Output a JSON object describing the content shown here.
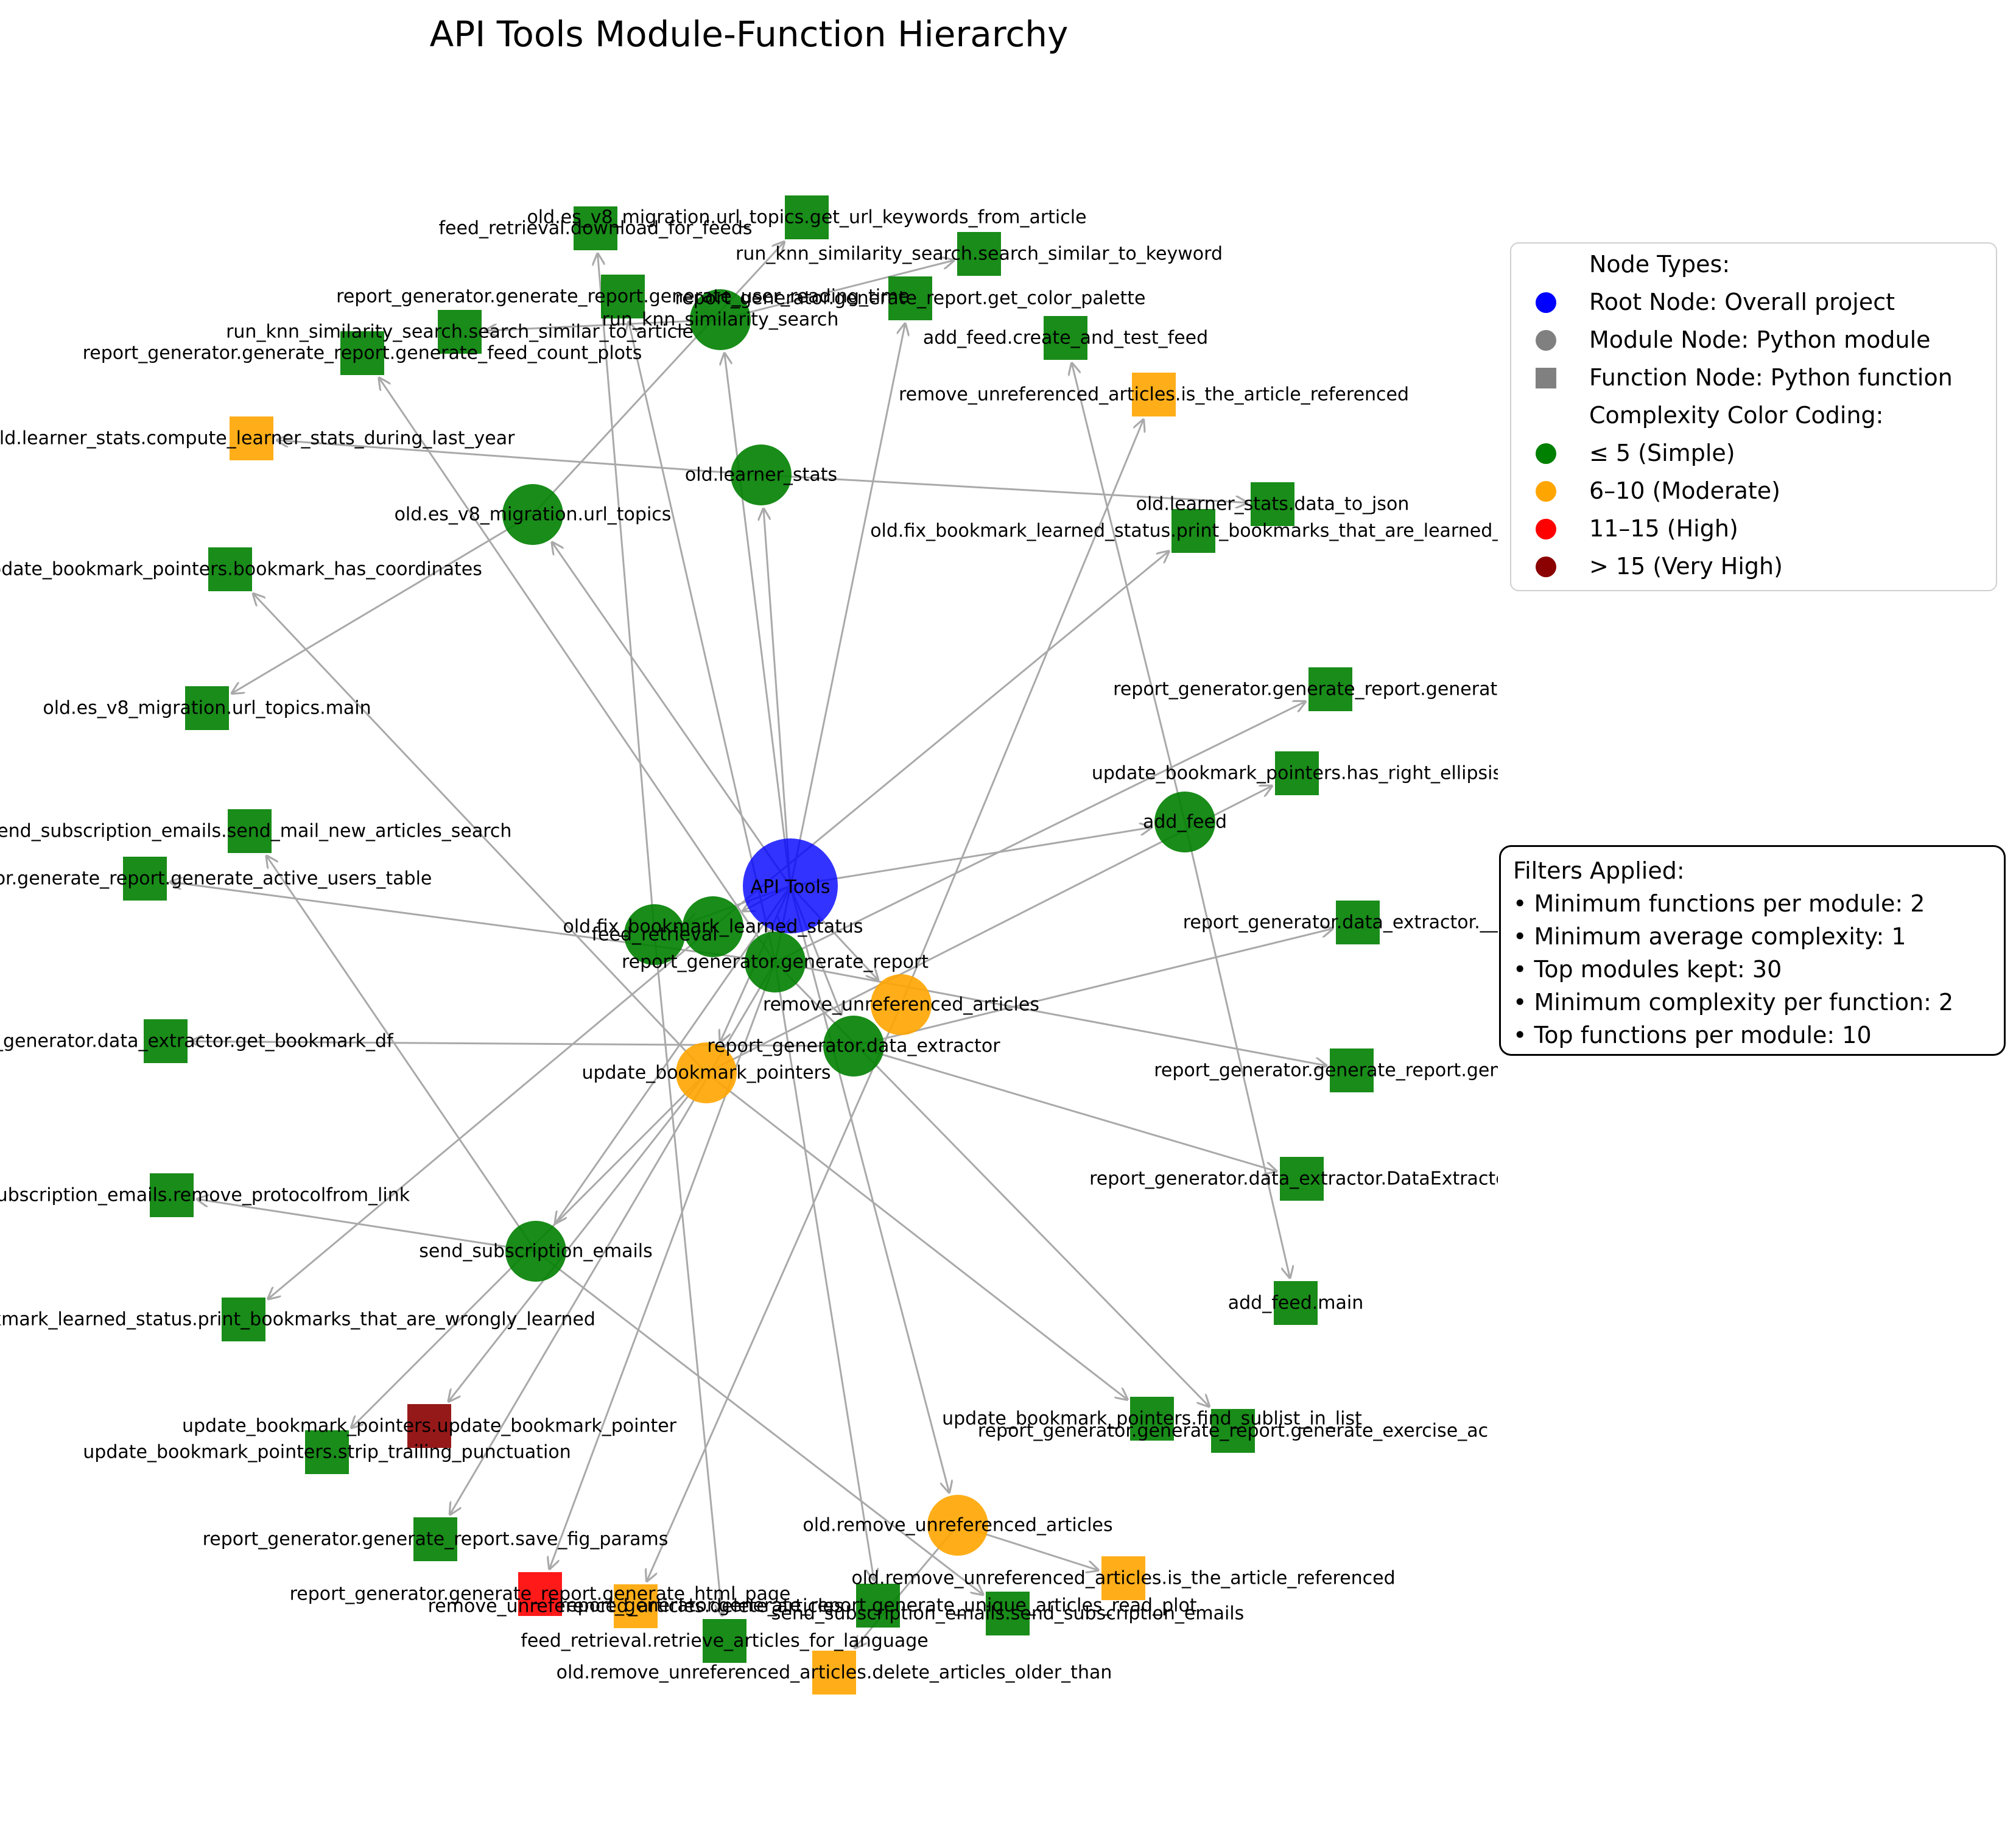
{
  "title": "API Tools Module-Function Hierarchy",
  "legend": {
    "types_header": "Node Types:",
    "root_label": "Root Node: Overall project",
    "module_label": "Module Node: Python module",
    "function_label": "Function Node: Python function",
    "complexity_header": "Complexity Color Coding:",
    "simple_label": "≤ 5 (Simple)",
    "moderate_label": "6–10 (Moderate)",
    "high_label": "11–15 (High)",
    "very_high_label": "> 15 (Very High)",
    "colors": {
      "root": "#0000ff",
      "legend_gray": "#808080",
      "simple": "#008000",
      "moderate": "#ffa500",
      "high": "#ff0000",
      "very_high": "#8b0000"
    }
  },
  "filters": {
    "header": "Filters Applied:",
    "lines": [
      "• Minimum functions per module: 2",
      "• Minimum average complexity: 1",
      "• Top modules kept: 30",
      "• Minimum complexity per function: 2",
      "• Top functions per module: 10"
    ]
  },
  "graph": {
    "nodes": [
      {
        "id": "root",
        "label": "API Tools",
        "kind": "root",
        "complexity": "root"
      },
      {
        "id": "m_learner",
        "label": "old.learner_stats",
        "kind": "module",
        "complexity": "simple"
      },
      {
        "id": "m_urltopics",
        "label": "old.es_v8_migration.url_topics",
        "kind": "module",
        "complexity": "simple"
      },
      {
        "id": "m_knn",
        "label": "run_knn_similarity_search",
        "kind": "module",
        "complexity": "simple"
      },
      {
        "id": "m_addfeed",
        "label": "add_feed",
        "kind": "module",
        "complexity": "simple"
      },
      {
        "id": "m_fixbm",
        "label": "old.fix_bookmark_learned_status",
        "kind": "module",
        "complexity": "simple"
      },
      {
        "id": "m_feedret",
        "label": "feed_retrieval",
        "kind": "module",
        "complexity": "simple"
      },
      {
        "id": "m_rggen",
        "label": "report_generator.generate_report",
        "kind": "module",
        "complexity": "simple"
      },
      {
        "id": "m_remove",
        "label": "remove_unreferenced_articles",
        "kind": "module",
        "complexity": "moderate"
      },
      {
        "id": "m_rgdata",
        "label": "report_generator.data_extractor",
        "kind": "module",
        "complexity": "simple"
      },
      {
        "id": "m_ubp",
        "label": "update_bookmark_pointers",
        "kind": "module",
        "complexity": "moderate"
      },
      {
        "id": "m_sendsub",
        "label": "send_subscription_emails",
        "kind": "module",
        "complexity": "simple"
      },
      {
        "id": "m_oldremove",
        "label": "old.remove_unreferenced_articles",
        "kind": "module",
        "complexity": "moderate"
      },
      {
        "id": "f_get_url_kw",
        "label": "old.es_v8_migration.url_topics.get_url_keywords_from_article",
        "kind": "function",
        "complexity": "simple"
      },
      {
        "id": "f_dl_feeds",
        "label": "feed_retrieval.download_for_feeds",
        "kind": "function",
        "complexity": "simple"
      },
      {
        "id": "f_sim_kw",
        "label": "run_knn_similarity_search.search_similar_to_keyword",
        "kind": "function",
        "complexity": "simple"
      },
      {
        "id": "f_reading_time",
        "label": "report_generator.generate_report.generate_user_reading_time",
        "kind": "function",
        "complexity": "simple"
      },
      {
        "id": "f_palette",
        "label": "report_generator.generate_report.get_color_palette",
        "kind": "function",
        "complexity": "simple"
      },
      {
        "id": "f_sim_art",
        "label": "run_knn_similarity_search.search_similar_to_article",
        "kind": "function",
        "complexity": "simple"
      },
      {
        "id": "f_create_feed",
        "label": "add_feed.create_and_test_feed",
        "kind": "function",
        "complexity": "simple"
      },
      {
        "id": "f_feed_count",
        "label": "report_generator.generate_report.generate_feed_count_plots",
        "kind": "function",
        "complexity": "simple"
      },
      {
        "id": "f_is_ref",
        "label": "remove_unreferenced_articles.is_the_article_referenced",
        "kind": "function",
        "complexity": "moderate"
      },
      {
        "id": "f_learner_year",
        "label": "old.learner_stats.compute_learner_stats_during_last_year",
        "kind": "function",
        "complexity": "moderate"
      },
      {
        "id": "f_data_json",
        "label": "old.learner_stats.data_to_json",
        "kind": "function",
        "complexity": "simple"
      },
      {
        "id": "f_print_learned",
        "label": "old.fix_bookmark_learned_status.print_bookmarks_that_are_learned_w",
        "kind": "function",
        "complexity": "simple"
      },
      {
        "id": "f_has_coords",
        "label": "update_bookmark_pointers.bookmark_has_coordinates",
        "kind": "function",
        "complexity": "simple"
      },
      {
        "id": "f_top",
        "label": "report_generator.generate_report.generate_top",
        "kind": "function",
        "complexity": "simple"
      },
      {
        "id": "f_urltopics_main",
        "label": "old.es_v8_migration.url_topics.main",
        "kind": "function",
        "complexity": "simple"
      },
      {
        "id": "f_ellipsis",
        "label": "update_bookmark_pointers.has_right_ellipsis",
        "kind": "function",
        "complexity": "simple"
      },
      {
        "id": "f_mail_search",
        "label": "send_subscription_emails.send_mail_new_articles_search",
        "kind": "function",
        "complexity": "simple"
      },
      {
        "id": "f_active_users",
        "label": "report_generator.generate_report.generate_active_users_table",
        "kind": "function",
        "complexity": "simple"
      },
      {
        "id": "f_add",
        "label": "report_generator.data_extractor.__add",
        "kind": "function",
        "complexity": "simple"
      },
      {
        "id": "f_get_bm_df",
        "label": "report_generator.data_extractor.get_bookmark_df",
        "kind": "function",
        "complexity": "simple"
      },
      {
        "id": "f_gener",
        "label": "report_generator.generate_report.generate",
        "kind": "function",
        "complexity": "simple"
      },
      {
        "id": "f_remove_proto",
        "label": "send_subscription_emails.remove_protocolfrom_link",
        "kind": "function",
        "complexity": "simple"
      },
      {
        "id": "f_dataextr",
        "label": "report_generator.data_extractor.DataExtractor",
        "kind": "function",
        "complexity": "simple"
      },
      {
        "id": "f_print_wrong",
        "label": "old.fix_bookmark_learned_status.print_bookmarks_that_are_wrongly_learned",
        "kind": "function",
        "complexity": "simple"
      },
      {
        "id": "f_addfeed_main",
        "label": "add_feed.main",
        "kind": "function",
        "complexity": "simple"
      },
      {
        "id": "f_update_ptr",
        "label": "update_bookmark_pointers.update_bookmark_pointer",
        "kind": "function",
        "complexity": "very_high"
      },
      {
        "id": "f_find_sub",
        "label": "update_bookmark_pointers.find_sublist_in_list",
        "kind": "function",
        "complexity": "simple"
      },
      {
        "id": "f_strip",
        "label": "update_bookmark_pointers.strip_trailing_punctuation",
        "kind": "function",
        "complexity": "simple"
      },
      {
        "id": "f_exercise",
        "label": "report_generator.generate_report.generate_exercise_ac",
        "kind": "function",
        "complexity": "simple"
      },
      {
        "id": "f_save_fig",
        "label": "report_generator.generate_report.save_fig_params",
        "kind": "function",
        "complexity": "simple"
      },
      {
        "id": "f_old_is_ref",
        "label": "old.remove_unreferenced_articles.is_the_article_referenced",
        "kind": "function",
        "complexity": "moderate"
      },
      {
        "id": "f_html_page",
        "label": "report_generator.generate_report.generate_html_page",
        "kind": "function",
        "complexity": "high"
      },
      {
        "id": "f_delete_arts",
        "label": "remove_unreferenced_articles.delete_articles",
        "kind": "function",
        "complexity": "moderate"
      },
      {
        "id": "f_unique_plot",
        "label": "report_generator.generate_report.generate_unique_articles_read_plot",
        "kind": "function",
        "complexity": "simple"
      },
      {
        "id": "f_send_sub",
        "label": "send_subscription_emails.send_subscription_emails",
        "kind": "function",
        "complexity": "simple"
      },
      {
        "id": "f_retrieve_lang",
        "label": "feed_retrieval.retrieve_articles_for_language",
        "kind": "function",
        "complexity": "simple"
      },
      {
        "id": "f_delete_older",
        "label": "old.remove_unreferenced_articles.delete_articles_older_than",
        "kind": "function",
        "complexity": "moderate"
      }
    ],
    "edges": [
      [
        "root",
        "m_learner"
      ],
      [
        "root",
        "m_urltopics"
      ],
      [
        "root",
        "m_knn"
      ],
      [
        "root",
        "m_addfeed"
      ],
      [
        "root",
        "m_fixbm"
      ],
      [
        "root",
        "m_feedret"
      ],
      [
        "root",
        "m_rggen"
      ],
      [
        "root",
        "m_remove"
      ],
      [
        "root",
        "m_rgdata"
      ],
      [
        "root",
        "m_ubp"
      ],
      [
        "root",
        "m_sendsub"
      ],
      [
        "root",
        "m_oldremove"
      ],
      [
        "m_learner",
        "f_learner_year"
      ],
      [
        "m_learner",
        "f_data_json"
      ],
      [
        "m_urltopics",
        "f_get_url_kw"
      ],
      [
        "m_urltopics",
        "f_urltopics_main"
      ],
      [
        "m_knn",
        "f_sim_kw"
      ],
      [
        "m_knn",
        "f_sim_art"
      ],
      [
        "m_addfeed",
        "f_create_feed"
      ],
      [
        "m_addfeed",
        "f_addfeed_main"
      ],
      [
        "m_fixbm",
        "f_print_learned"
      ],
      [
        "m_fixbm",
        "f_print_wrong"
      ],
      [
        "m_feedret",
        "f_dl_feeds"
      ],
      [
        "m_feedret",
        "f_retrieve_lang"
      ],
      [
        "m_rggen",
        "f_reading_time"
      ],
      [
        "m_rggen",
        "f_palette"
      ],
      [
        "m_rggen",
        "f_feed_count"
      ],
      [
        "m_rggen",
        "f_top"
      ],
      [
        "m_rggen",
        "f_active_users"
      ],
      [
        "m_rggen",
        "f_gener"
      ],
      [
        "m_rggen",
        "f_exercise"
      ],
      [
        "m_rggen",
        "f_save_fig"
      ],
      [
        "m_rggen",
        "f_html_page"
      ],
      [
        "m_rggen",
        "f_unique_plot"
      ],
      [
        "m_remove",
        "f_is_ref"
      ],
      [
        "m_remove",
        "f_delete_arts"
      ],
      [
        "m_rgdata",
        "f_add"
      ],
      [
        "m_rgdata",
        "f_get_bm_df"
      ],
      [
        "m_rgdata",
        "f_dataextr"
      ],
      [
        "m_ubp",
        "f_has_coords"
      ],
      [
        "m_ubp",
        "f_ellipsis"
      ],
      [
        "m_ubp",
        "f_update_ptr"
      ],
      [
        "m_ubp",
        "f_find_sub"
      ],
      [
        "m_ubp",
        "f_strip"
      ],
      [
        "m_sendsub",
        "f_mail_search"
      ],
      [
        "m_sendsub",
        "f_remove_proto"
      ],
      [
        "m_sendsub",
        "f_send_sub"
      ],
      [
        "m_oldremove",
        "f_old_is_ref"
      ],
      [
        "m_oldremove",
        "f_delete_older"
      ]
    ]
  }
}
